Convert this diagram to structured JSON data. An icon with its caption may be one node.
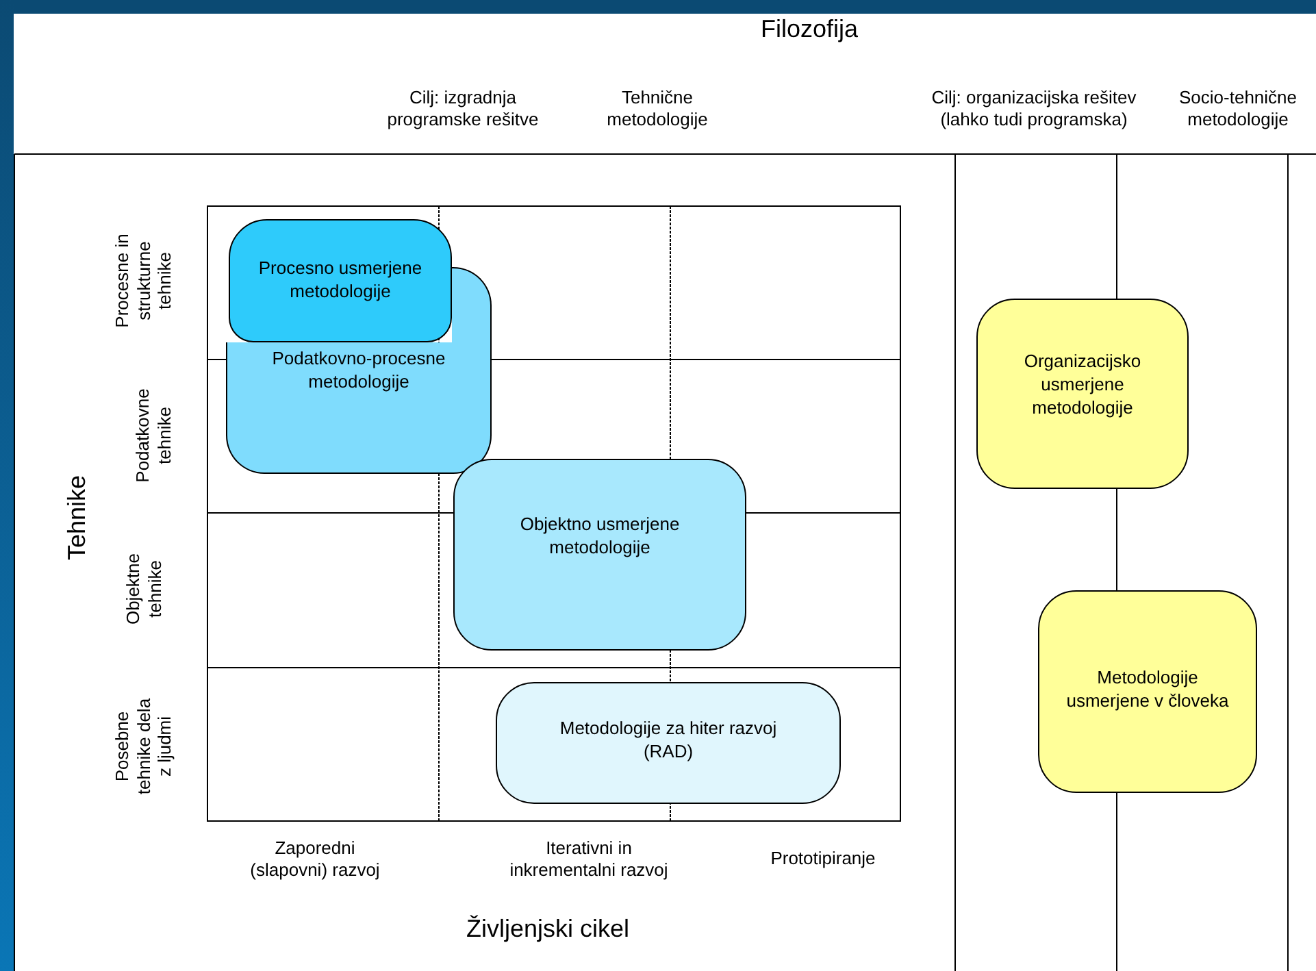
{
  "diagram": {
    "nodes": [
      {
        "text": [
          "Procesno usmerjene metodologije"
        ]
      },
      {
        "text": [
          "Podatkovno-procesne metodologije"
        ]
      },
      {
        "text": [
          "Objektno usmerjene metodologije"
        ]
      },
      {
        "text": [
          "Metodologije za hiter razvoj (RAD)"
        ]
      },
      {
        "text": [
          "Organizacijsko usmerjene metodologije"
        ]
      },
      {
        "text": [
          "Metodologije usmerjene v človeka"
        ]
      }
    ],
    "labels": [
      "Filozofija",
      "Cilj: izgradnja programske rešitve",
      "Tehnične metodologije",
      "Cilj: organizacijska rešitev (lahko tudi programska)",
      "Socio-tehnične metodologije",
      "Tehnike",
      "Procesne in strukturne tehnike",
      "Podatkovne tehnike",
      "Objektne tehnike",
      "Posebne tehnike dela z ljudmi",
      "Zaporedni (slapovni) razvoj",
      "Iterativni in inkrementalni razvoj",
      "Prototipiranje",
      "Življenjski cikel"
    ]
  }
}
